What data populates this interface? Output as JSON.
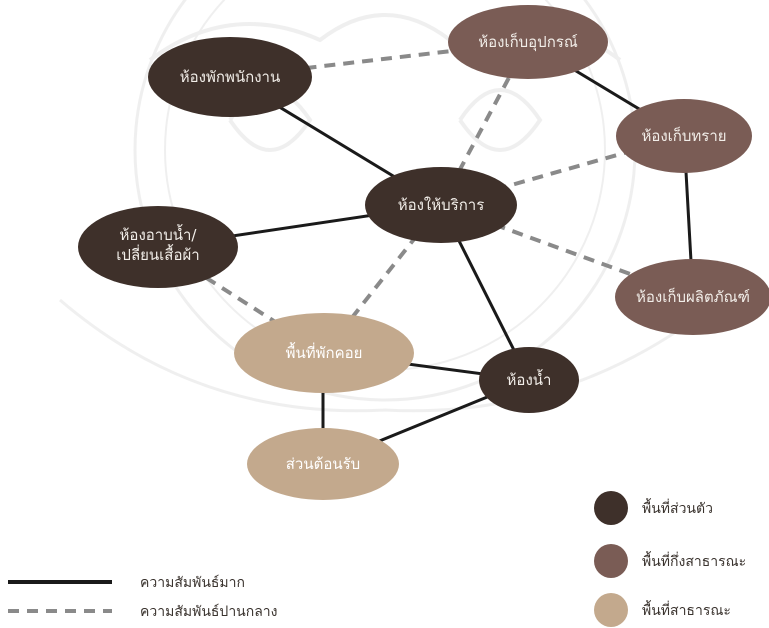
{
  "colors": {
    "private": "#3e302a",
    "semi_public": "#7a5c55",
    "public": "#c3a98d",
    "strong_line": "#1a1a1a",
    "medium_line": "#8a8a8a"
  },
  "nodes": {
    "staff_room": "ห้องพักพนักงาน",
    "equipment_storage": "ห้องเก็บอุปกรณ์",
    "sand_storage": "ห้องเก็บทราย",
    "service_room": "ห้องให้บริการ",
    "shower_changing_line1": "ห้องอาบน้ำ/",
    "shower_changing_line2": "เปลี่ยนเสื้อผ้า",
    "product_storage": "ห้องเก็บผลิตภัณฑ์",
    "waiting_area": "พื้นที่พักคอย",
    "toilet": "ห้องน้ำ",
    "reception": "ส่วนต้อนรับ"
  },
  "legend": {
    "private": "พื้นที่ส่วนตัว",
    "semi_public": "พื้นที่กึ่งสาธารณะ",
    "public": "พื้นที่สาธารณะ",
    "strong": "ความสัมพันธ์มาก",
    "medium": "ความสัมพันธ์ปานกลาง"
  }
}
